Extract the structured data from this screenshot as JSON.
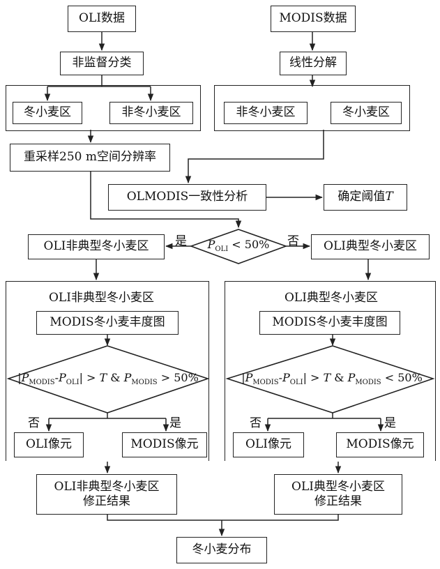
{
  "nodes": {
    "oli_data": "OLI数据",
    "modis_data": "MODIS数据",
    "unsupervised": "非监督分类",
    "unmixing": "线性分解",
    "wheat_left": "冬小麦区",
    "nonwheat_left": "非冬小麦区",
    "nonwheat_right": "非冬小麦区",
    "wheat_right": "冬小麦区",
    "resample": "重采样250 m空间分辨率",
    "consistency": "OLMODIS一致性分析",
    "threshold_prefix": "确定阈值",
    "threshold_var": "T",
    "oli_atypical": "OLI非典型冬小麦区",
    "oli_typical": "OLI典型冬小麦区",
    "panel_left_title": "OLI非典型冬小麦区",
    "panel_right_title": "OLI典型冬小麦区",
    "abundance_left": "MODIS冬小麦丰度图",
    "abundance_right": "MODIS冬小麦丰度图",
    "oli_pixel_left": "OLI像元",
    "modis_pixel_left": "MODIS像元",
    "oli_pixel_right": "OLI像元",
    "modis_pixel_right": "MODIS像元",
    "result_left_l1": "OLI非典型冬小麦区",
    "result_left_l2": "修正结果",
    "result_right_l1": "OLI典型冬小麦区",
    "result_right_l2": "修正结果",
    "final": "冬小麦分布"
  },
  "decisions": {
    "main": {
      "P": "P",
      "sub": "OLI",
      "rest": " < 50%"
    },
    "left": {
      "sub1": "MODIS",
      "sub2": "OLI",
      "T": "T",
      "amp": " & ",
      "sub3": "MODIS",
      "cmp": " > 50%"
    },
    "right": {
      "sub1": "MODIS",
      "sub2": "OLI",
      "T": "T",
      "amp": " & ",
      "sub3": "MODIS",
      "cmp": " < 50%"
    }
  },
  "labels": {
    "yes": "是",
    "no": "否"
  }
}
